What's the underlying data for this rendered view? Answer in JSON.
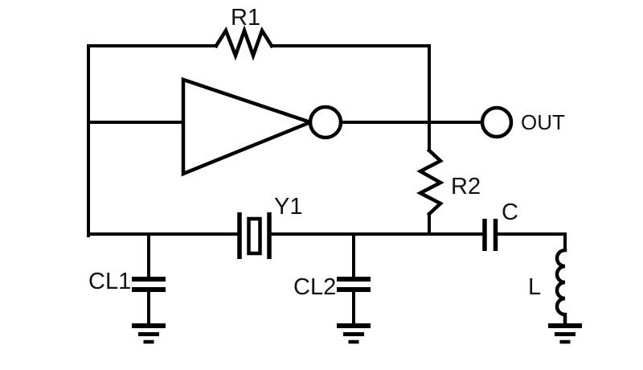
{
  "schematic": {
    "labels": {
      "r1": "R1",
      "r2": "R2",
      "y1": "Y1",
      "cl1": "CL1",
      "cl2": "CL2",
      "c": "C",
      "l": "L",
      "out": "OUT"
    },
    "colors": {
      "line": "#000000",
      "text": "#121212",
      "background": "#ffffff"
    }
  }
}
